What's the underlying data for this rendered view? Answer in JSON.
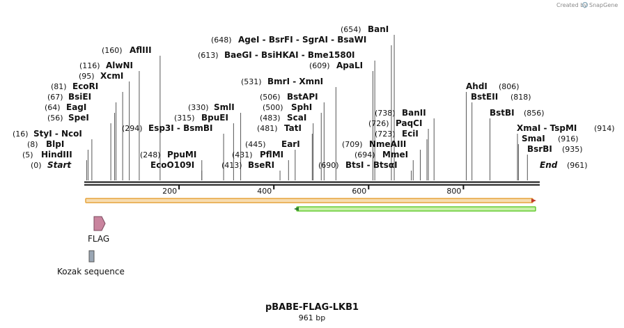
{
  "credit": {
    "created_by": "Created by",
    "brand": "SnapGene"
  },
  "map": {
    "title": "pBABE-FLAG-LKB1",
    "length_label": "961 bp",
    "length": 961,
    "ruler_ticks": [
      200,
      400,
      600,
      800
    ],
    "start_label": "Start",
    "start_pos": "(0)",
    "end_label": "End",
    "end_pos": "(961)"
  },
  "enzymes": [
    {
      "name": "HindIII",
      "pos": "(5)",
      "site": 5
    },
    {
      "name": "BlpI",
      "pos": "(8)",
      "site": 8
    },
    {
      "name": "StyI - NcoI",
      "pos": "(16)",
      "site": 16
    },
    {
      "name": "SpeI",
      "pos": "(56)",
      "site": 56
    },
    {
      "name": "EagI",
      "pos": "(64)",
      "site": 64
    },
    {
      "name": "BsiEI",
      "pos": "(67)",
      "site": 67
    },
    {
      "name": "EcoRI",
      "pos": "(81)",
      "site": 81
    },
    {
      "name": "XcmI",
      "pos": "(95)",
      "site": 95
    },
    {
      "name": "AlwNI",
      "pos": "(116)",
      "site": 116
    },
    {
      "name": "AflIII",
      "pos": "(160)",
      "site": 160
    },
    {
      "name": "PpuMI",
      "pos": "(248)",
      "site": 248
    },
    {
      "name": "EcoO109I",
      "pos": "",
      "site": 248
    },
    {
      "name": "Esp3I - BsmBI",
      "pos": "(294)",
      "site": 294
    },
    {
      "name": "BpuEI",
      "pos": "(315)",
      "site": 315
    },
    {
      "name": "SmlI",
      "pos": "(330)",
      "site": 330
    },
    {
      "name": "BseRI",
      "pos": "(413)",
      "site": 413
    },
    {
      "name": "PflMI",
      "pos": "(431)",
      "site": 431
    },
    {
      "name": "EarI",
      "pos": "(445)",
      "site": 445
    },
    {
      "name": "TatI",
      "pos": "(481)",
      "site": 481
    },
    {
      "name": "ScaI",
      "pos": "(483)",
      "site": 483
    },
    {
      "name": "SphI",
      "pos": "(500)",
      "site": 500
    },
    {
      "name": "BstAPI",
      "pos": "(506)",
      "site": 506
    },
    {
      "name": "BmrI - XmnI",
      "pos": "(531)",
      "site": 531
    },
    {
      "name": "BaeGI - BsiHKAI - Bme1580I",
      "pos": "(613)",
      "site": 613
    },
    {
      "name": "AgeI - BsrFI - SgrAI - BsaWI",
      "pos": "(648)",
      "site": 648
    },
    {
      "name": "BanI",
      "pos": "(654)",
      "site": 654
    },
    {
      "name": "ApaLI",
      "pos": "(609)",
      "site": 609
    },
    {
      "name": "BtsI - BtsαI",
      "pos": "(690)",
      "site": 690
    },
    {
      "name": "MmeI",
      "pos": "(694)",
      "site": 694
    },
    {
      "name": "NmeAIII",
      "pos": "(709)",
      "site": 709
    },
    {
      "name": "EciI",
      "pos": "(723)",
      "site": 723
    },
    {
      "name": "PaqCI",
      "pos": "(726)",
      "site": 726
    },
    {
      "name": "BanII",
      "pos": "(738)",
      "site": 738
    },
    {
      "name": "AhdI",
      "pos": "(806)",
      "site": 806
    },
    {
      "name": "BstEII",
      "pos": "(818)",
      "site": 818
    },
    {
      "name": "BstBI",
      "pos": "(856)",
      "site": 856
    },
    {
      "name": "XmaI - TspMI",
      "pos": "(914)",
      "site": 914
    },
    {
      "name": "SmaI",
      "pos": "(916)",
      "site": 916
    },
    {
      "name": "BsrBI",
      "pos": "(935)",
      "site": 935
    }
  ],
  "features": [
    {
      "name": "FLAG",
      "color": "#c9849e"
    },
    {
      "name": "Kozak sequence",
      "color": "#9aa6b4"
    }
  ],
  "colors": {
    "backbone": "#111111",
    "orf_fill": "#f7dcb0",
    "orf_border": "#e6a43c",
    "orf2_fill": "#c9f0a8",
    "orf2_border": "#66cc33"
  }
}
